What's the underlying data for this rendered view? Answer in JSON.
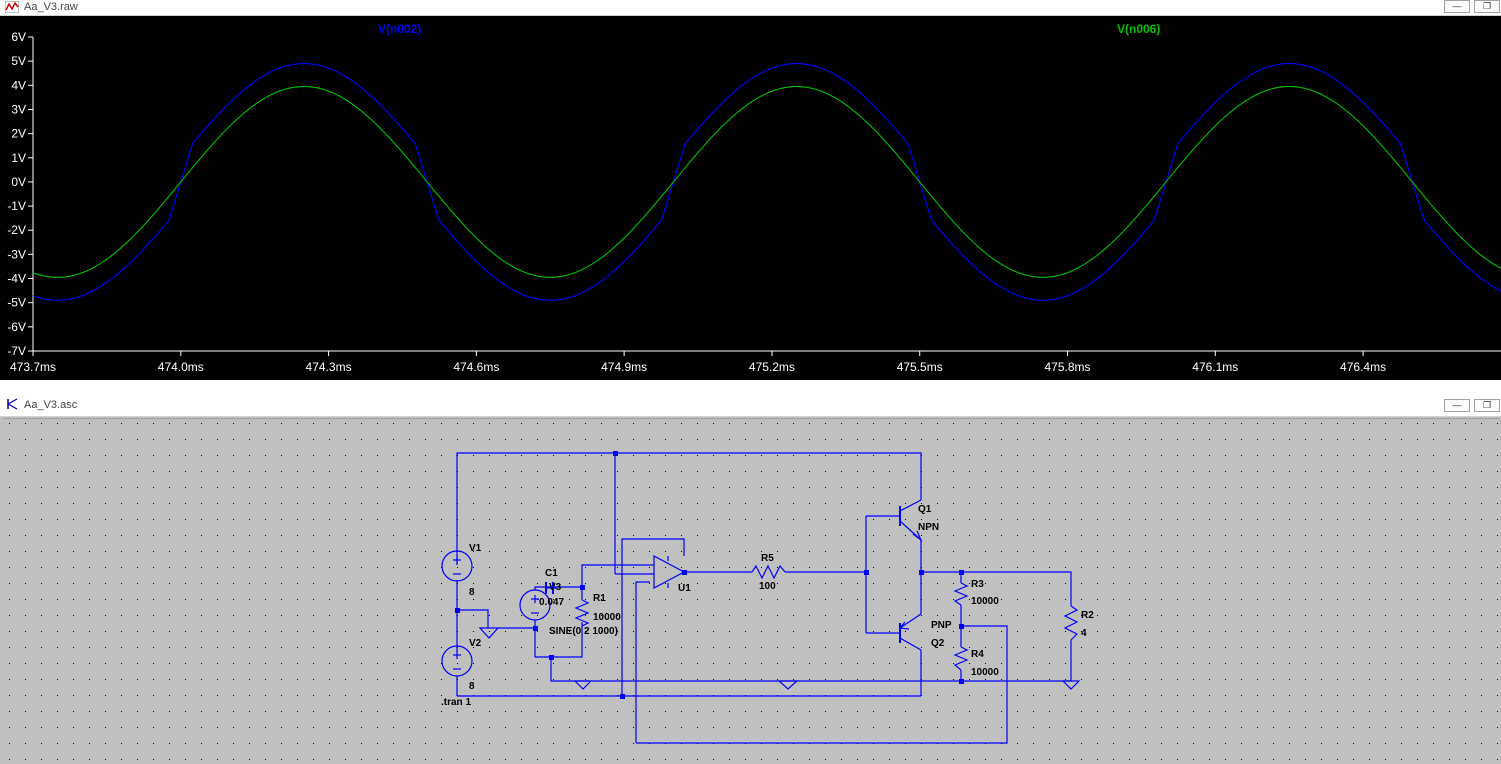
{
  "waveform_window": {
    "title": "Aa_V3.raw",
    "minimize_glyph": "—",
    "restore_glyph": "❐",
    "traces": [
      {
        "label": "V(n002)",
        "color": "#0000ff"
      },
      {
        "label": "V(n006)",
        "color": "#00c000"
      }
    ],
    "y_ticks": [
      "6V",
      "5V",
      "4V",
      "3V",
      "2V",
      "1V",
      "0V",
      "-1V",
      "-2V",
      "-3V",
      "-4V",
      "-5V",
      "-6V",
      "-7V"
    ],
    "x_ticks": [
      "473.7ms",
      "474.0ms",
      "474.3ms",
      "474.6ms",
      "474.9ms",
      "475.2ms",
      "475.5ms",
      "475.8ms",
      "476.1ms",
      "476.4ms"
    ]
  },
  "chart_data": {
    "type": "line",
    "title": "",
    "xlabel": "",
    "ylabel": "",
    "x_unit": "ms",
    "xlim": [
      473.7,
      476.68
    ],
    "ylim": [
      -7,
      6
    ],
    "grid": false,
    "legend": "top",
    "series": [
      {
        "name": "V(n002)",
        "color": "#0000ff",
        "kind": "sine-crossover",
        "amplitude_V": 4.9,
        "period_ms": 1.0,
        "peak_at_ms": 474.25,
        "crossover_step_V": 1.0,
        "offset_V": 0
      },
      {
        "name": "V(n006)",
        "color": "#00c000",
        "kind": "sine",
        "amplitude_V": 3.95,
        "period_ms": 1.0,
        "peak_at_ms": 474.25,
        "offset_V": 0
      }
    ]
  },
  "schematic_window": {
    "title": "Aa_V3.asc",
    "minimize_glyph": "—",
    "restore_glyph": "❐",
    "components": {
      "v1_name": "V1",
      "v1_value": "8",
      "v2_name": "V2",
      "v2_value": "8",
      "c1_name": "C1",
      "c1_value": "0.047",
      "v3_name": "V3",
      "v3_value": "SINE(0 2 1000)",
      "r1_name": "R1",
      "r1_value": "10000",
      "u1_name": "U1",
      "r5_name": "R5",
      "r5_value": "100",
      "q1_name": "Q1",
      "q1_type": "NPN",
      "q2_name": "Q2",
      "q2_type": "PNP",
      "r3_name": "R3",
      "r3_value": "10000",
      "r4_name": "R4",
      "r4_value": "10000",
      "r2_name": "R2",
      "r2_value": "4",
      "directive": ".tran 1"
    }
  }
}
